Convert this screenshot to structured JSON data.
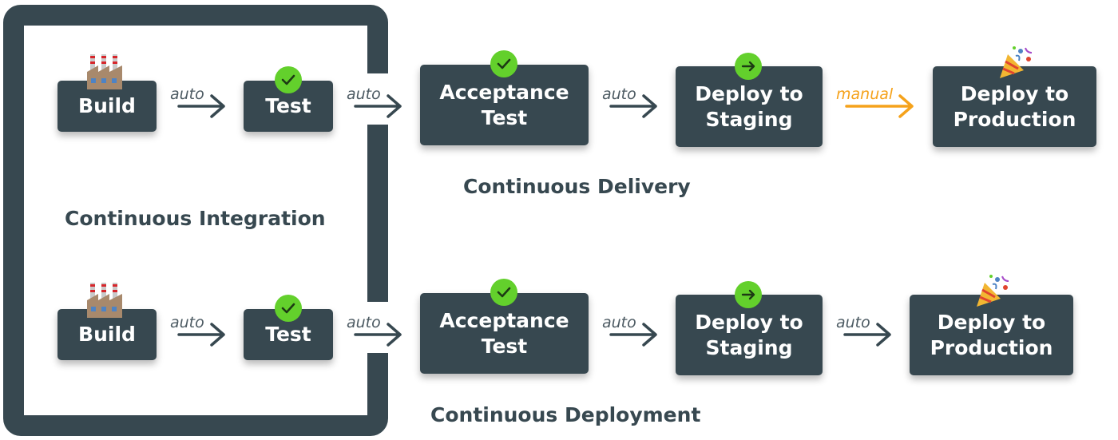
{
  "sections": {
    "integration": "Continuous Integration",
    "delivery": "Continuous Delivery",
    "deployment": "Continuous Deployment"
  },
  "delivery_pipeline": {
    "build": "Build",
    "test": "Test",
    "acceptance": "Acceptance\nTest",
    "staging": "Deploy to\nStaging",
    "production": "Deploy to\nProduction",
    "arrows": [
      "auto",
      "auto",
      "auto",
      "manual"
    ]
  },
  "deployment_pipeline": {
    "build": "Build",
    "test": "Test",
    "acceptance": "Acceptance\nTest",
    "staging": "Deploy to\nStaging",
    "production": "Deploy to\nProduction",
    "arrows": [
      "auto",
      "auto",
      "auto",
      "auto"
    ]
  },
  "icons": {
    "build": "factory-icon",
    "test": "check-mark-icon",
    "staging": "arrow-right-icon",
    "production": "party-popper-icon"
  },
  "colors": {
    "box": "#374850",
    "text": "#ffffff",
    "badge": "#63d02c",
    "arrow": "#374850",
    "manual": "#f5a21b"
  }
}
